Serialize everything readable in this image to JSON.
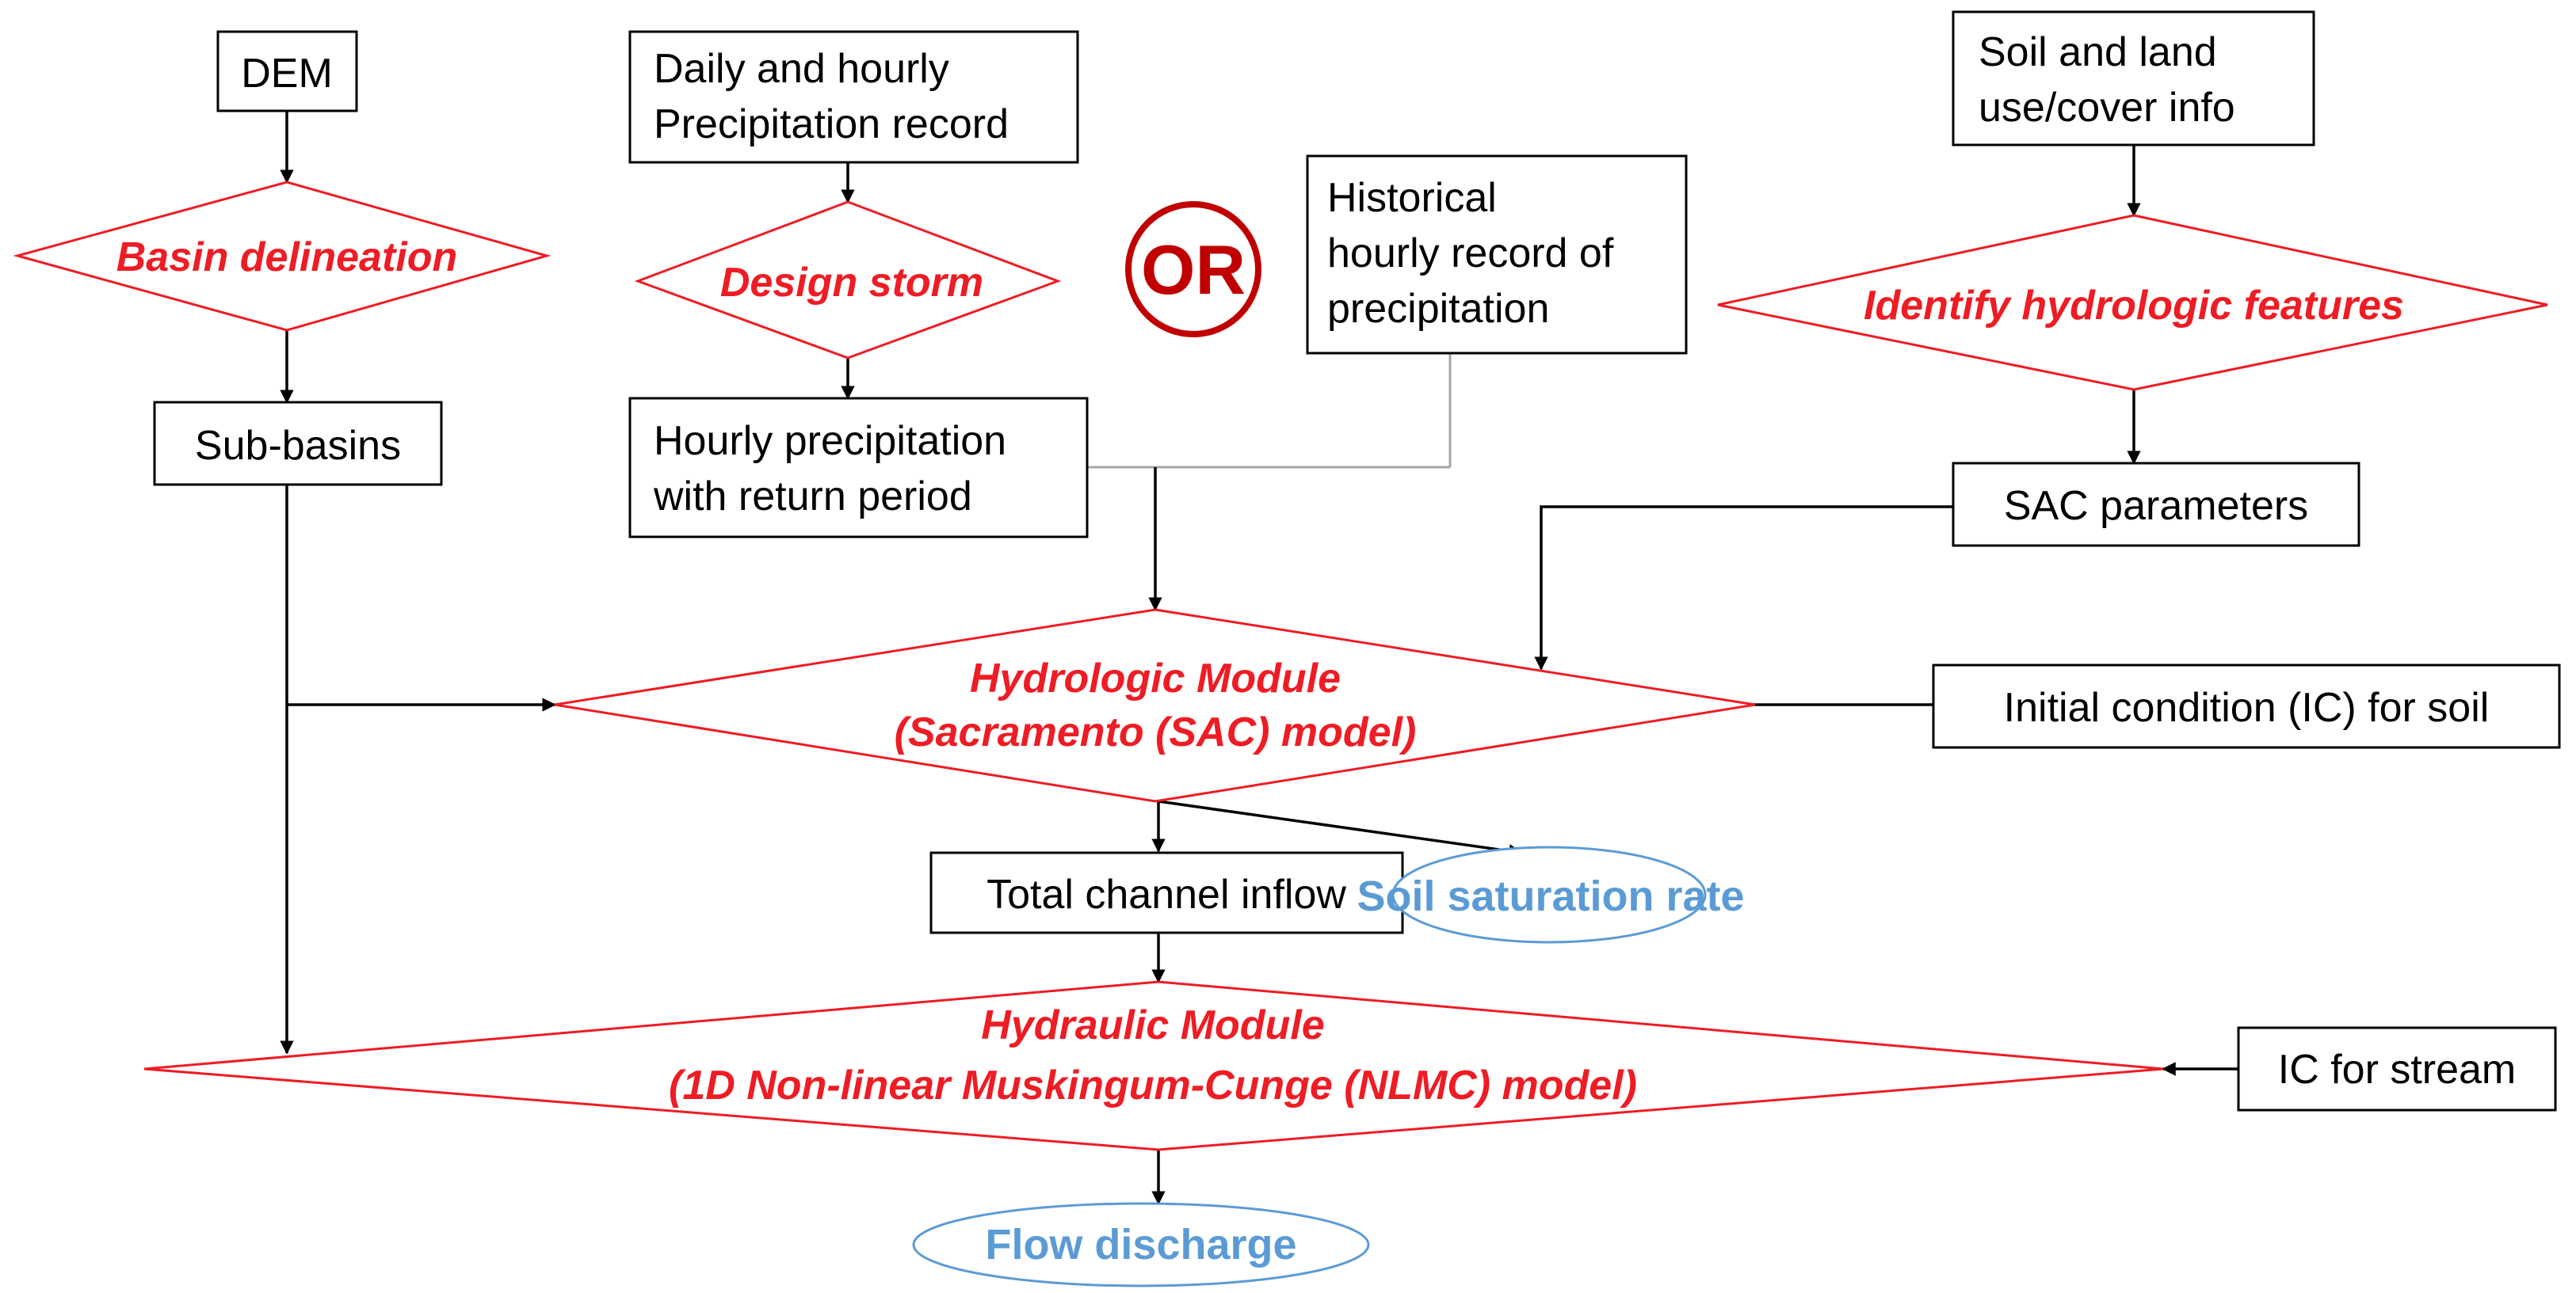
{
  "nodes": {
    "dem": "DEM",
    "precip_record": [
      "Daily and hourly",
      "Precipitation record"
    ],
    "soil_info": [
      "Soil and land",
      "use/cover info"
    ],
    "basin_delineation": "Basin delineation",
    "design_storm": "Design storm",
    "or_label": "OR",
    "historical_record": [
      "Historical",
      "hourly record of",
      "precipitation"
    ],
    "identify_features": "Identify hydrologic features",
    "sub_basins": "Sub-basins",
    "hourly_precip": [
      "Hourly precipitation",
      "with return period"
    ],
    "sac_parameters": "SAC parameters",
    "hydrologic_module": [
      "Hydrologic Module",
      "(Sacramento (SAC) model)"
    ],
    "ic_soil": "Initial condition (IC) for soil",
    "total_inflow": "Total channel inflow",
    "soil_saturation": "Soil saturation rate",
    "hydraulic_module": [
      "Hydraulic Module",
      "(1D Non-linear Muskingum-Cunge (NLMC) model)"
    ],
    "ic_stream": "IC for stream",
    "flow_discharge": "Flow discharge"
  },
  "colors": {
    "process_diamond": "#ee1c24",
    "output_ellipse": "#5b9bd5",
    "or_mark": "#c00000",
    "data_box": "#000000",
    "alternative_connector": "#a6a6a6"
  }
}
